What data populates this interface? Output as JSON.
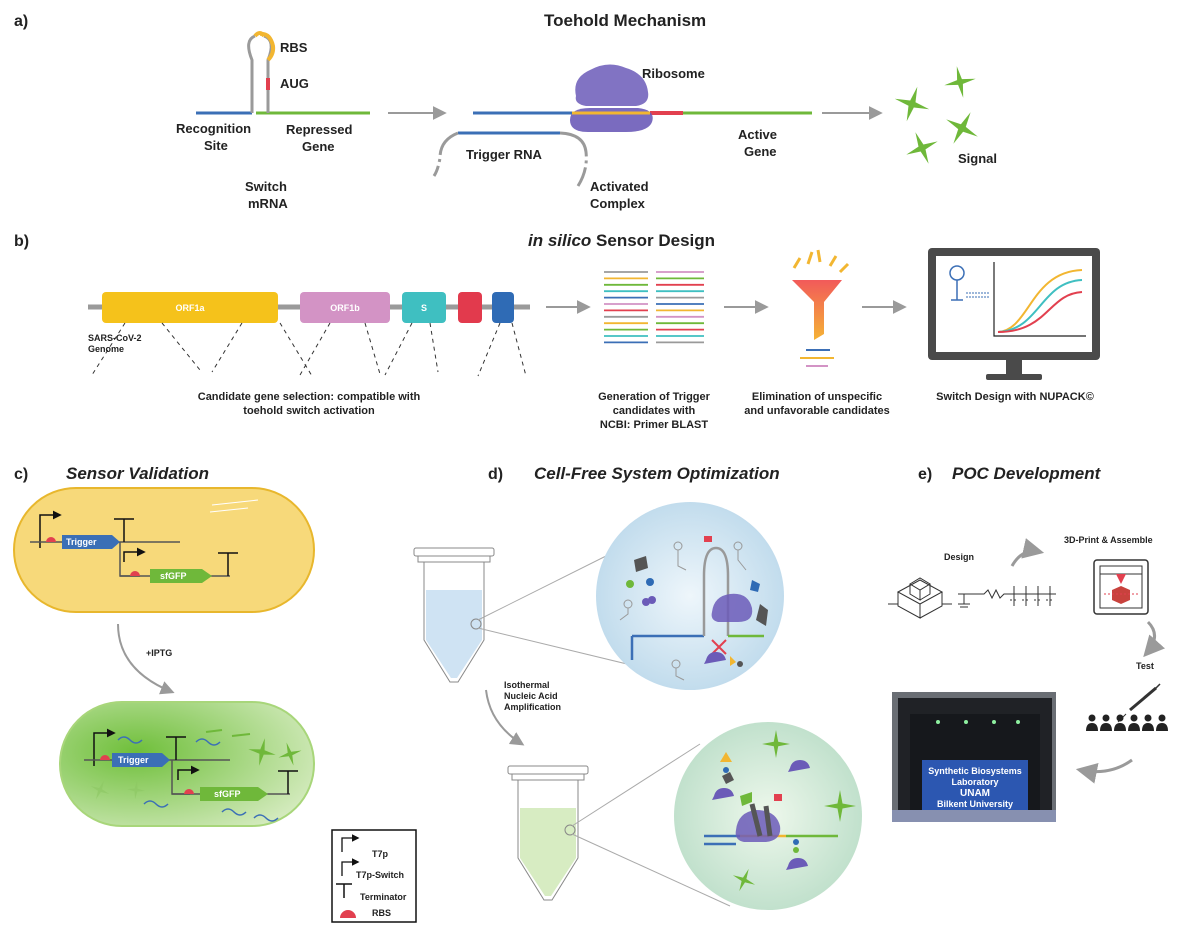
{
  "colors": {
    "blue": "#3b6fb6",
    "green": "#6fb83a",
    "yellow": "#f2b631",
    "red": "#e2404f",
    "purple": "#6b5bb8",
    "orf1a": "#f5c21b",
    "orf1b": "#d393c5",
    "s_gene": "#3fbfc1",
    "gene_red": "#e23a4d",
    "gene_blue": "#2f6bb5",
    "cell_yellow": "#f7d97a",
    "cell_green": "#a8d67a",
    "tube_fill": "#cfe3f3"
  },
  "panel_a": {
    "letter": "a)",
    "title": "Toehold Mechanism",
    "rbs": "RBS",
    "aug": "AUG",
    "recognition_site_1": "Recognition",
    "recognition_site_2": "Site",
    "repressed_gene_1": "Repressed",
    "repressed_gene_2": "Gene",
    "switch_mrna_1": "Switch",
    "switch_mrna_2": "mRNA",
    "ribosome": "Ribosome",
    "trigger_rna": "Trigger RNA",
    "activated_complex_1": "Activated",
    "activated_complex_2": "Complex",
    "active_gene_1": "Active",
    "active_gene_2": "Gene",
    "signal": "Signal"
  },
  "panel_b": {
    "letter": "b)",
    "title_italic": "in silico",
    "title_rest": " Sensor Design",
    "genes": [
      {
        "label": "ORF1a",
        "color_key": "orf1a"
      },
      {
        "label": "ORF1b",
        "color_key": "orf1b"
      },
      {
        "label": "S",
        "color_key": "s_gene"
      },
      {
        "label": "",
        "color_key": "gene_red"
      },
      {
        "label": "",
        "color_key": "gene_blue"
      }
    ],
    "genome_1": "SARS-CoV-2",
    "genome_2": "Genome",
    "candidate_1": "Candidate gene selection: compatible with",
    "candidate_2": "toehold switch activation",
    "generation_1": "Generation of Trigger",
    "generation_2": "candidates with",
    "generation_3": "NCBI: Primer BLAST",
    "elimination_1": "Elimination of unspecific",
    "elimination_2": "and unfavorable candidates",
    "switch_design": "Switch Design with  NUPACK©"
  },
  "panel_c": {
    "letter": "c)",
    "title": "Sensor Validation",
    "trigger": "Trigger",
    "sfgfp": "sfGFP",
    "iptg": "+IPTG",
    "legend": {
      "t7p": "T7p",
      "t7p_switch": "T7p-Switch",
      "terminator": "Terminator",
      "rbs": "RBS"
    }
  },
  "panel_d": {
    "letter": "d)",
    "title": "Cell-Free System Optimization",
    "amp_1": "Isothermal",
    "amp_2": "Nucleic Acid",
    "amp_3": "Amplification"
  },
  "panel_e": {
    "letter": "e)",
    "title": "POC Development",
    "design": "Design",
    "print": "3D-Print & Assemble",
    "test": "Test",
    "device_1": "Synthetic Biosystems",
    "device_2": "Laboratory",
    "device_3": "UNAM",
    "device_4": "Bilkent University"
  }
}
